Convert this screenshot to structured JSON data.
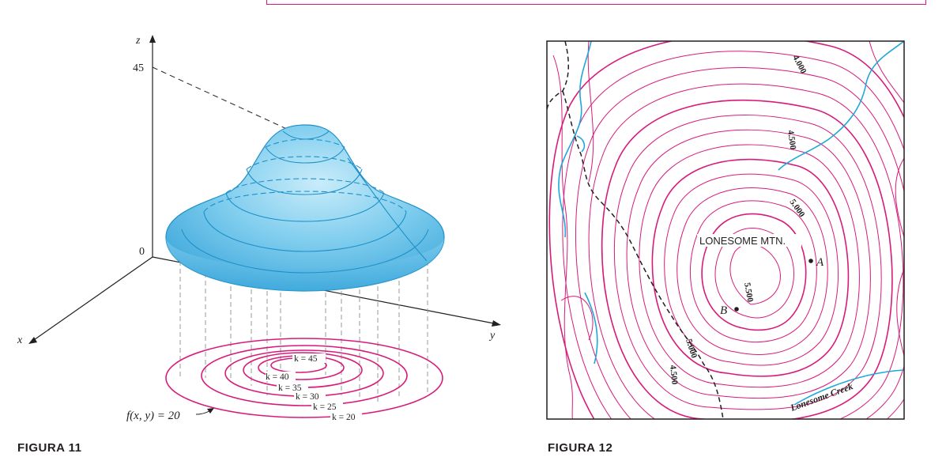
{
  "figure11": {
    "caption": "FIGURA 11",
    "axis_labels": {
      "z": "z",
      "x": "x",
      "y": "y"
    },
    "z_ticks": [
      "45",
      "0"
    ],
    "level_labels": [
      "k = 45",
      "k = 40",
      "k = 35",
      "k = 30",
      "k = 25",
      "k = 20"
    ],
    "function_label": "f(x, y) = 20",
    "colors": {
      "surface": "#4fb8e3",
      "contours": "#d81b7a",
      "axes": "#231f20"
    }
  },
  "figure12": {
    "caption": "FIGURA 12",
    "mountain_name": "LONESOME MTN.",
    "point_a": "A",
    "point_b": "B",
    "creek_name": "Lonesome Creek",
    "elevation_labels": [
      "4.000",
      "4.500",
      "5.000",
      "5.500",
      "5.000",
      "4.500"
    ],
    "colors": {
      "contours": "#d81b7a",
      "water": "#1fa7d9",
      "trail": "#231f20"
    }
  }
}
